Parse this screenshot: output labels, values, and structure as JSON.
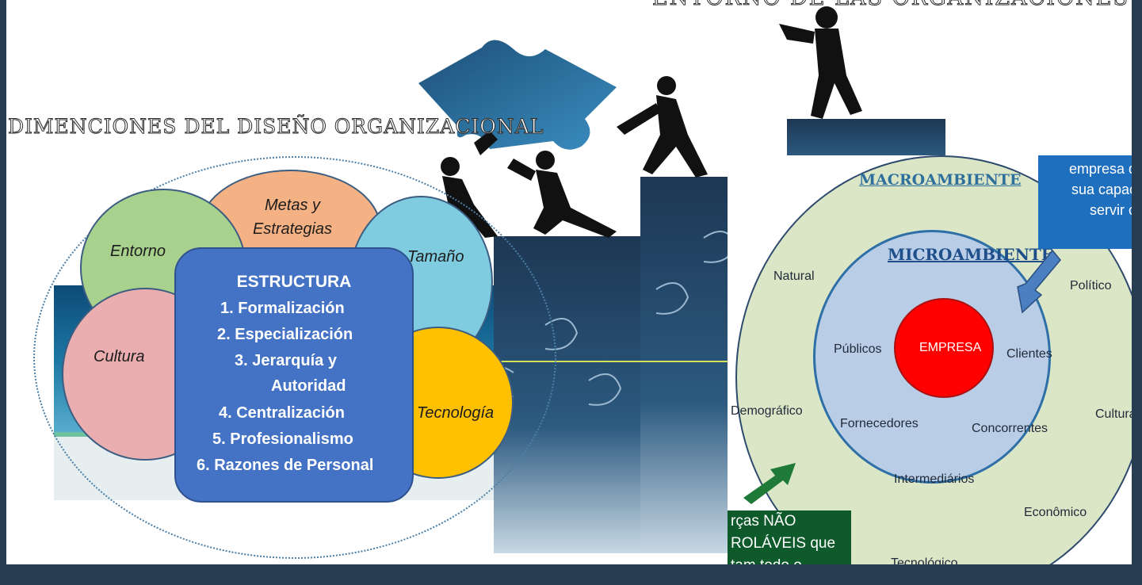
{
  "titles": {
    "right": "ENTORNO DE LAS ORGANIZACIONES",
    "left": "DIMENCIONES DEL DISEÑO ORGANIZACIONAL"
  },
  "org_diagram": {
    "bubbles": {
      "metas": "Metas y Estrategias",
      "entorno": "Entorno",
      "tamano": "Tamaño",
      "cultura": "Cultura",
      "tecnologia": "Tecnología"
    },
    "estructura_title": "ESTRUCTURA",
    "estructura_items": [
      "1.    Formalización",
      "2.    Especialización",
      "3.    Jerarquía y",
      "Autoridad",
      "4.    Centralización",
      "5.    Profesionalismo",
      "6.    Razones de Personal"
    ]
  },
  "env_diagram": {
    "macro_title": "MACROAMBIENTE",
    "micro_title": "MICROAMBIENTE",
    "center": "EMPRESA",
    "micro_labels": {
      "publicos": "Públicos",
      "clientes": "Clientes",
      "fornecedores": "Fornecedores",
      "concorrentes": "Concorrentes",
      "intermediarios": "Intermediários"
    },
    "macro_labels": {
      "natural": "Natural",
      "politico": "Político",
      "demografico": "Demográfico",
      "cultural": "Cultura",
      "economico": "Econômico",
      "tecnologico": "Tecnológico"
    },
    "blue_box_lines": [
      "empresa q",
      "sua capac",
      "servir o"
    ],
    "green_box_lines": [
      "rças NÃO",
      "ROLÁVEIS que",
      "tam todo o"
    ],
    "green_box_bold": [
      "NÃO",
      "ROLÁVEIS"
    ]
  },
  "colors": {
    "frame": "#263d52",
    "metas": "#f4b183",
    "entorno": "#a9d18e",
    "tamano": "#7fcbe0",
    "cultura": "#eaaeb0",
    "tecnologia": "#ffc000",
    "estructura": "#4472c4",
    "macro": "#dbe6c6",
    "micro": "#b9cde6",
    "empresa": "#ff0000"
  }
}
